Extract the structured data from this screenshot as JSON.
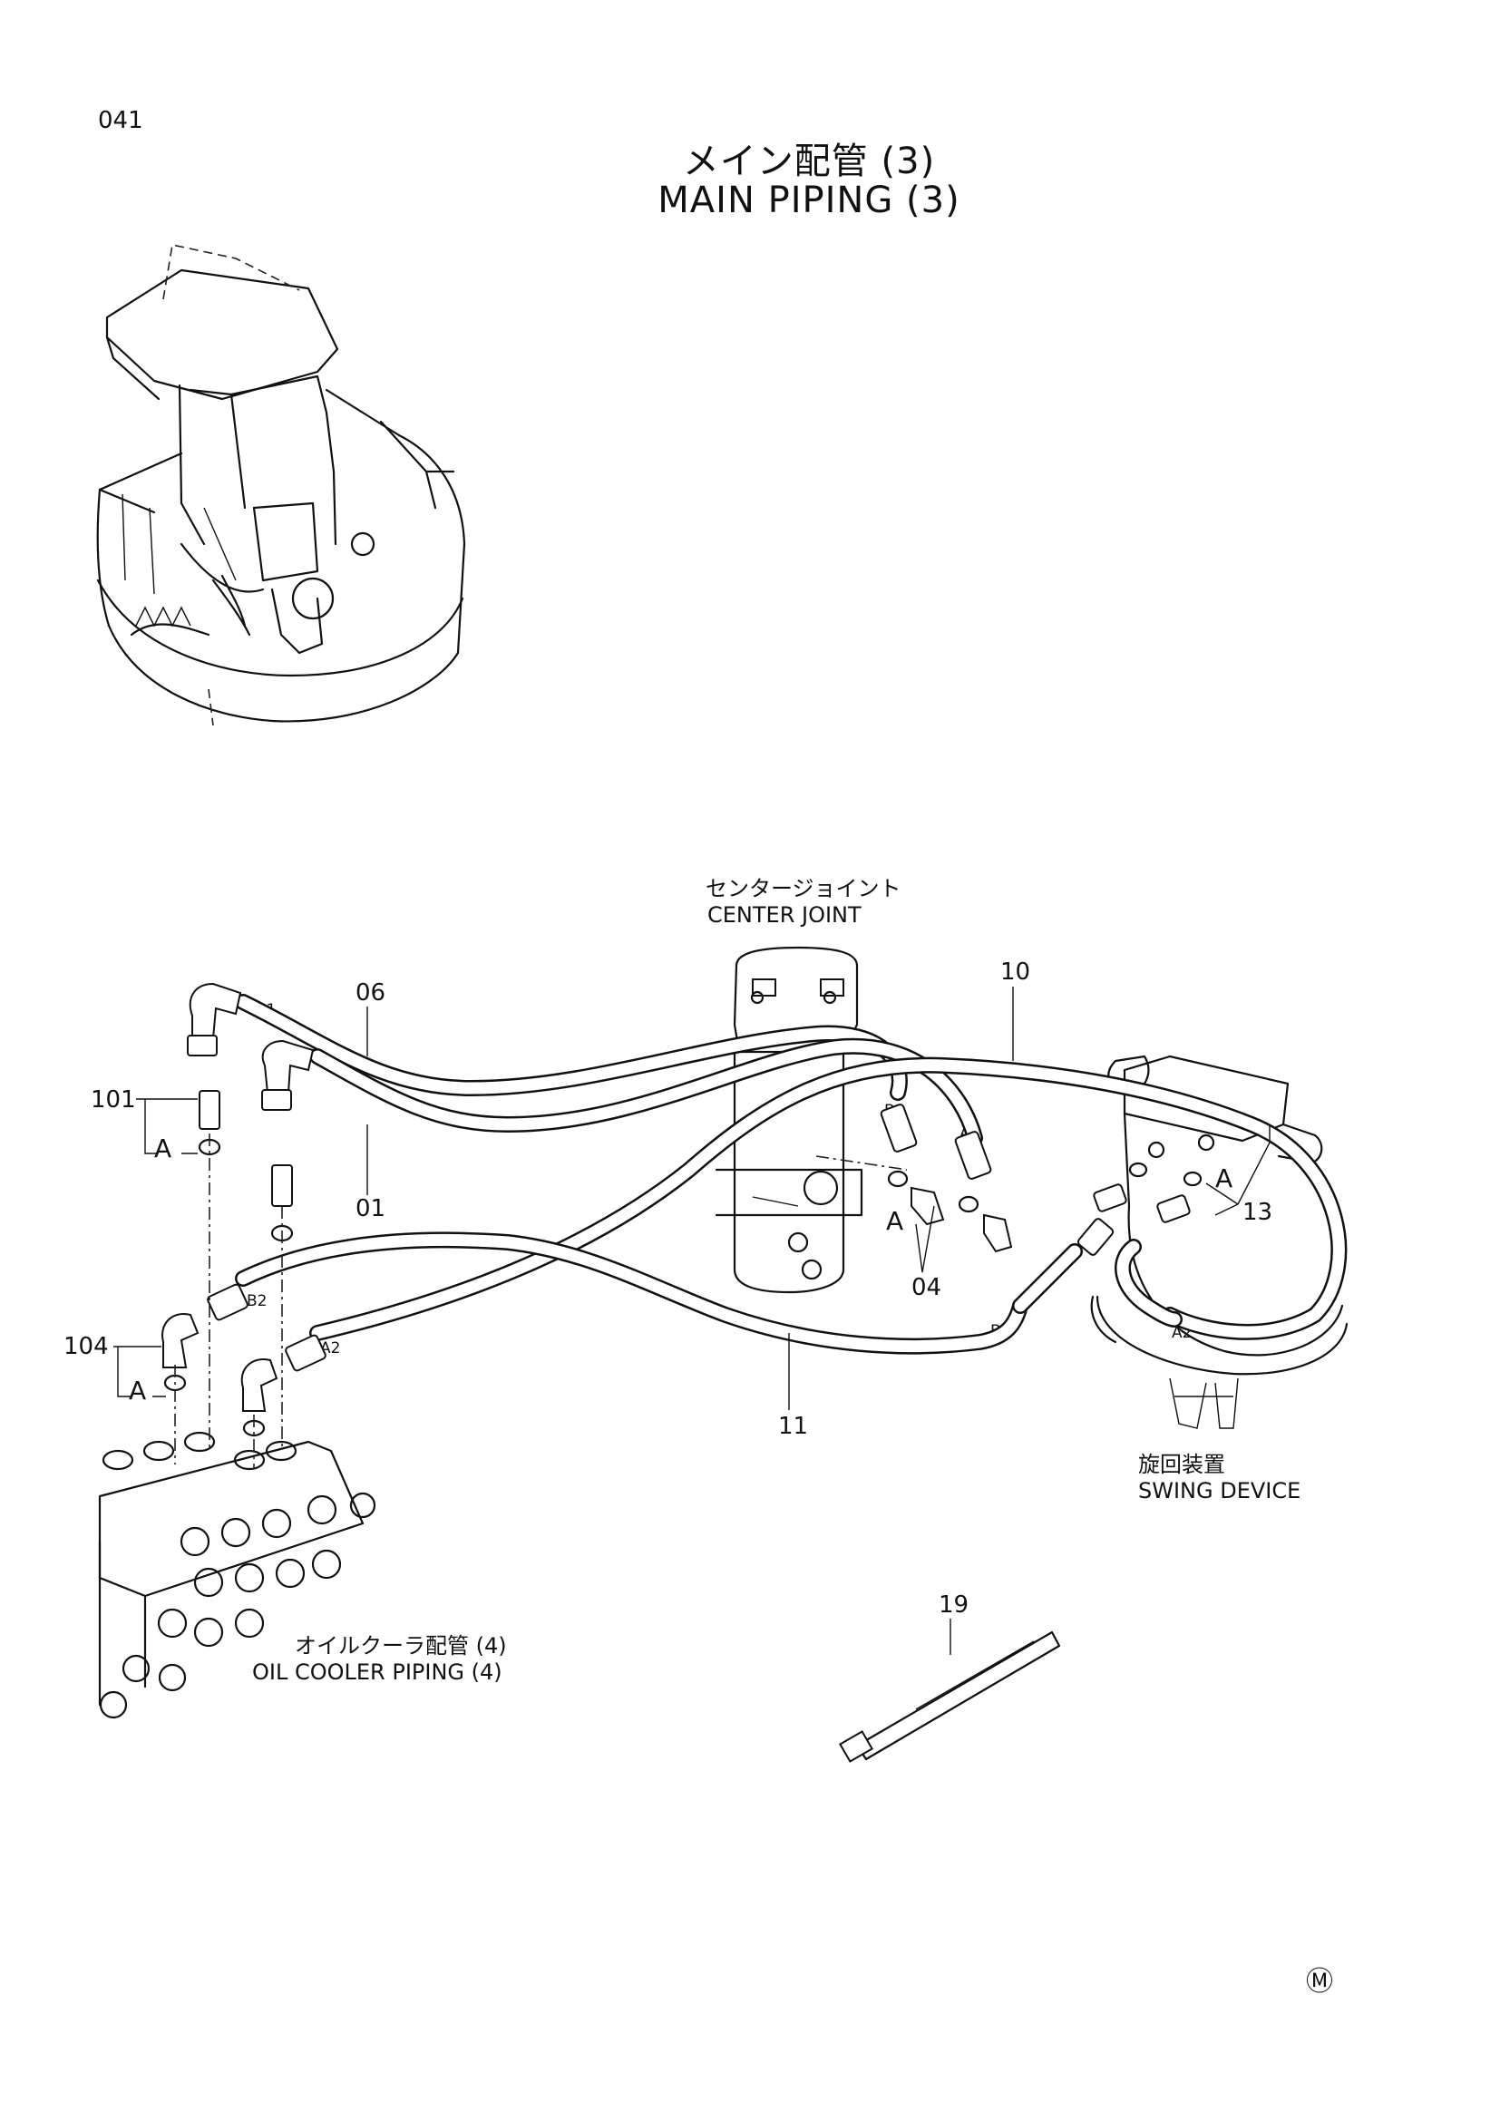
{
  "page": {
    "number": "041"
  },
  "title": {
    "ja": "メイン配管 (3)",
    "en": "MAIN PIPING (3)"
  },
  "labels": {
    "center_joint_ja": "センタージョイント",
    "center_joint_en": "CENTER JOINT",
    "swing_device_ja": "旋回装置",
    "swing_device_en": "SWING DEVICE",
    "oil_cooler_ja": "オイルクーラ配管 (4)",
    "oil_cooler_en": "OIL COOLER PIPING (4)"
  },
  "callouts": {
    "p01": "01",
    "p04": "04",
    "p06": "06",
    "p10": "10",
    "p11": "11",
    "p13": "13",
    "p19": "19",
    "p101": "101",
    "p104": "104"
  },
  "ports": {
    "b1": "B1",
    "a1": "A1",
    "b2": "B2",
    "a2": "A2"
  },
  "detail_marker": "A",
  "mark": "Ⓜ"
}
